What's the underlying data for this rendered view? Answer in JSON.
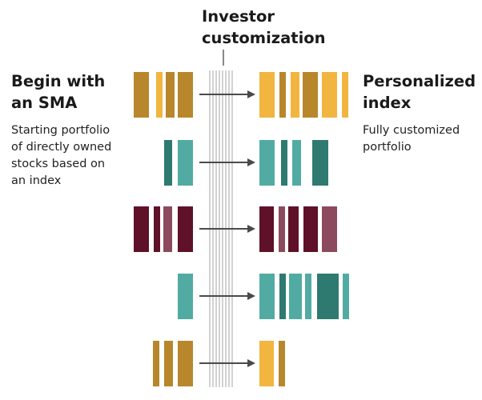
{
  "center": {
    "title_line1": "Investor",
    "title_line2": "customization"
  },
  "left": {
    "title_line1": "Begin with",
    "title_line2": "an SMA",
    "desc_line1": "Starting portfolio",
    "desc_line2": "of directly owned",
    "desc_line3": "stocks based on",
    "desc_line4": "an index"
  },
  "right": {
    "title_line1": "Personalized",
    "title_line2": "index",
    "desc_line1": "Fully customized",
    "desc_line2": "portfolio"
  },
  "colors": {
    "gold_dark": "#B8862B",
    "gold_light": "#F2B540",
    "teal_dark": "#2E7A70",
    "teal_light": "#52ABA2",
    "maroon_dark": "#5E1128",
    "maroon_light": "#8C4A5E",
    "filter_lines": "#9a9a9a",
    "arrow": "#4a4a4a"
  },
  "rows": [
    {
      "left": [
        "gold_dark",
        "gold_light",
        "gold_dark",
        "gold_dark"
      ],
      "right": [
        "gold_light",
        "gold_dark",
        "gold_light",
        "gold_dark",
        "gold_light",
        "gold_light"
      ]
    },
    {
      "left": [
        "teal_dark",
        "teal_light"
      ],
      "right": [
        "teal_light",
        "teal_dark",
        "teal_light",
        "teal_dark"
      ]
    },
    {
      "left": [
        "maroon_dark",
        "maroon_dark",
        "maroon_light",
        "maroon_dark"
      ],
      "right": [
        "maroon_dark",
        "maroon_light",
        "maroon_dark",
        "maroon_dark",
        "maroon_light"
      ]
    },
    {
      "left": [
        "teal_light"
      ],
      "right": [
        "teal_light",
        "teal_dark",
        "teal_light",
        "teal_light",
        "teal_dark",
        "teal_light"
      ]
    },
    {
      "left": [
        "gold_dark",
        "gold_dark",
        "gold_dark"
      ],
      "right": [
        "gold_light",
        "gold_dark"
      ]
    }
  ]
}
